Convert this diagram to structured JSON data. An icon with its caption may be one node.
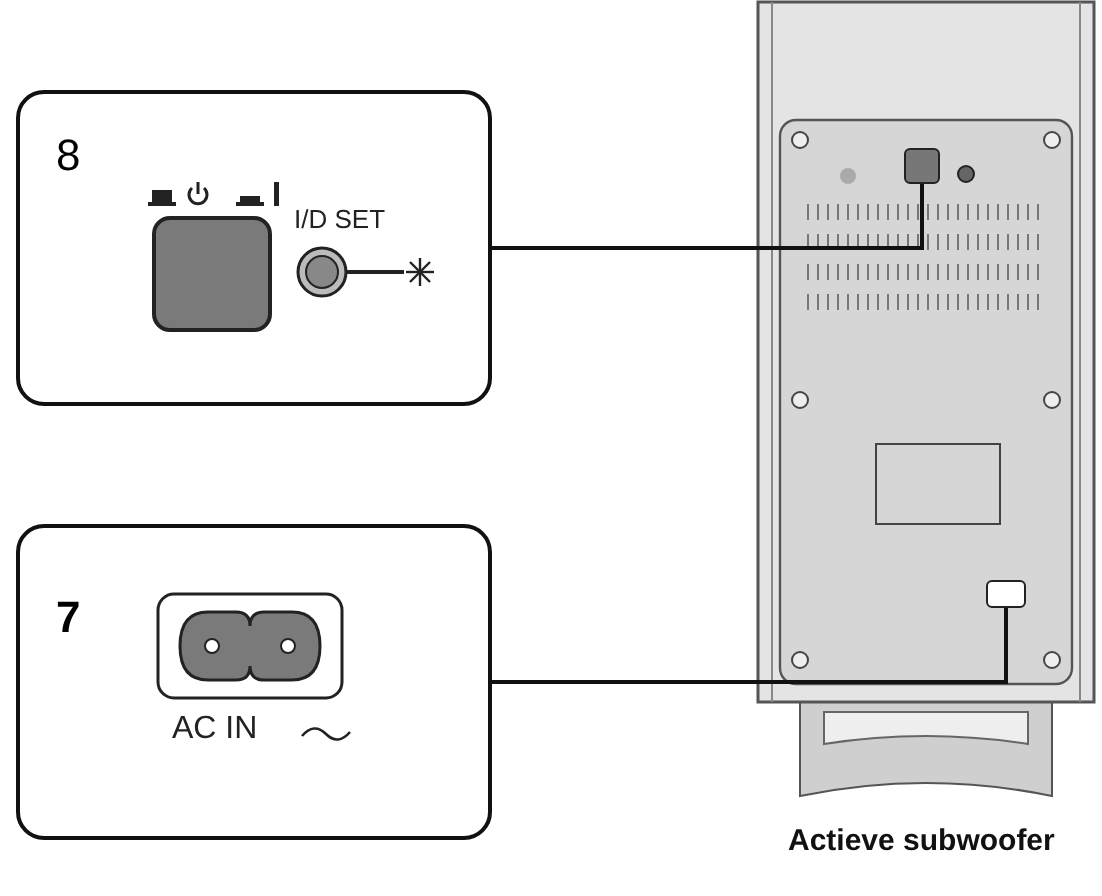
{
  "diagram": {
    "nodes": [
      {
        "text": [
          "8",
          "I/D SET"
        ]
      },
      {
        "text": [
          "7",
          "AC IN"
        ]
      },
      {
        "text": [],
        "shape": "picture",
        "beside": [
          "Actieve subwoofer"
        ]
      },
      {
        "text": [],
        "shape": "box",
        "in": 2
      },
      {
        "text": [],
        "shape": "box",
        "in": 2
      }
    ],
    "edges": [
      {
        "from": 0,
        "to": 3,
        "arrow": "none"
      },
      {
        "from": 1,
        "to": 4,
        "arrow": "none"
      }
    ]
  }
}
